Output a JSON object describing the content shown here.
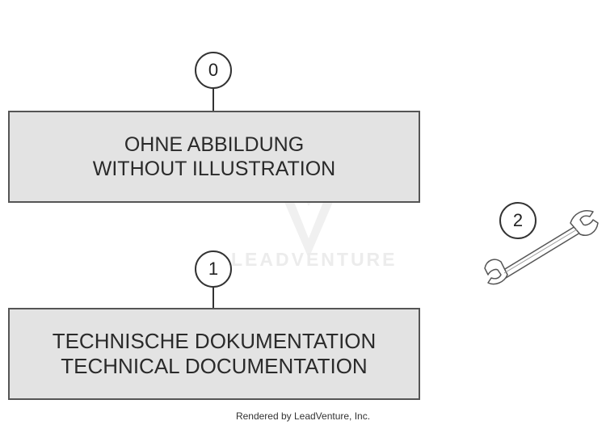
{
  "callouts": [
    {
      "number": "0"
    },
    {
      "number": "1"
    },
    {
      "number": "2"
    }
  ],
  "boxes": [
    {
      "line1": "OHNE ABBILDUNG",
      "line2": "WITHOUT ILLUSTRATION"
    },
    {
      "line1": "TECHNISCHE DOKUMENTATION",
      "line2": "TECHNICAL DOCUMENTATION"
    }
  ],
  "watermark": {
    "text": "LEADVENTURE"
  },
  "footer": {
    "text": "Rendered by LeadVenture, Inc."
  },
  "colors": {
    "box_fill": "#e3e3e3",
    "line": "#333333",
    "text": "#2a2a2a"
  },
  "icons": {
    "part_2": "open-end-wrench-icon"
  }
}
